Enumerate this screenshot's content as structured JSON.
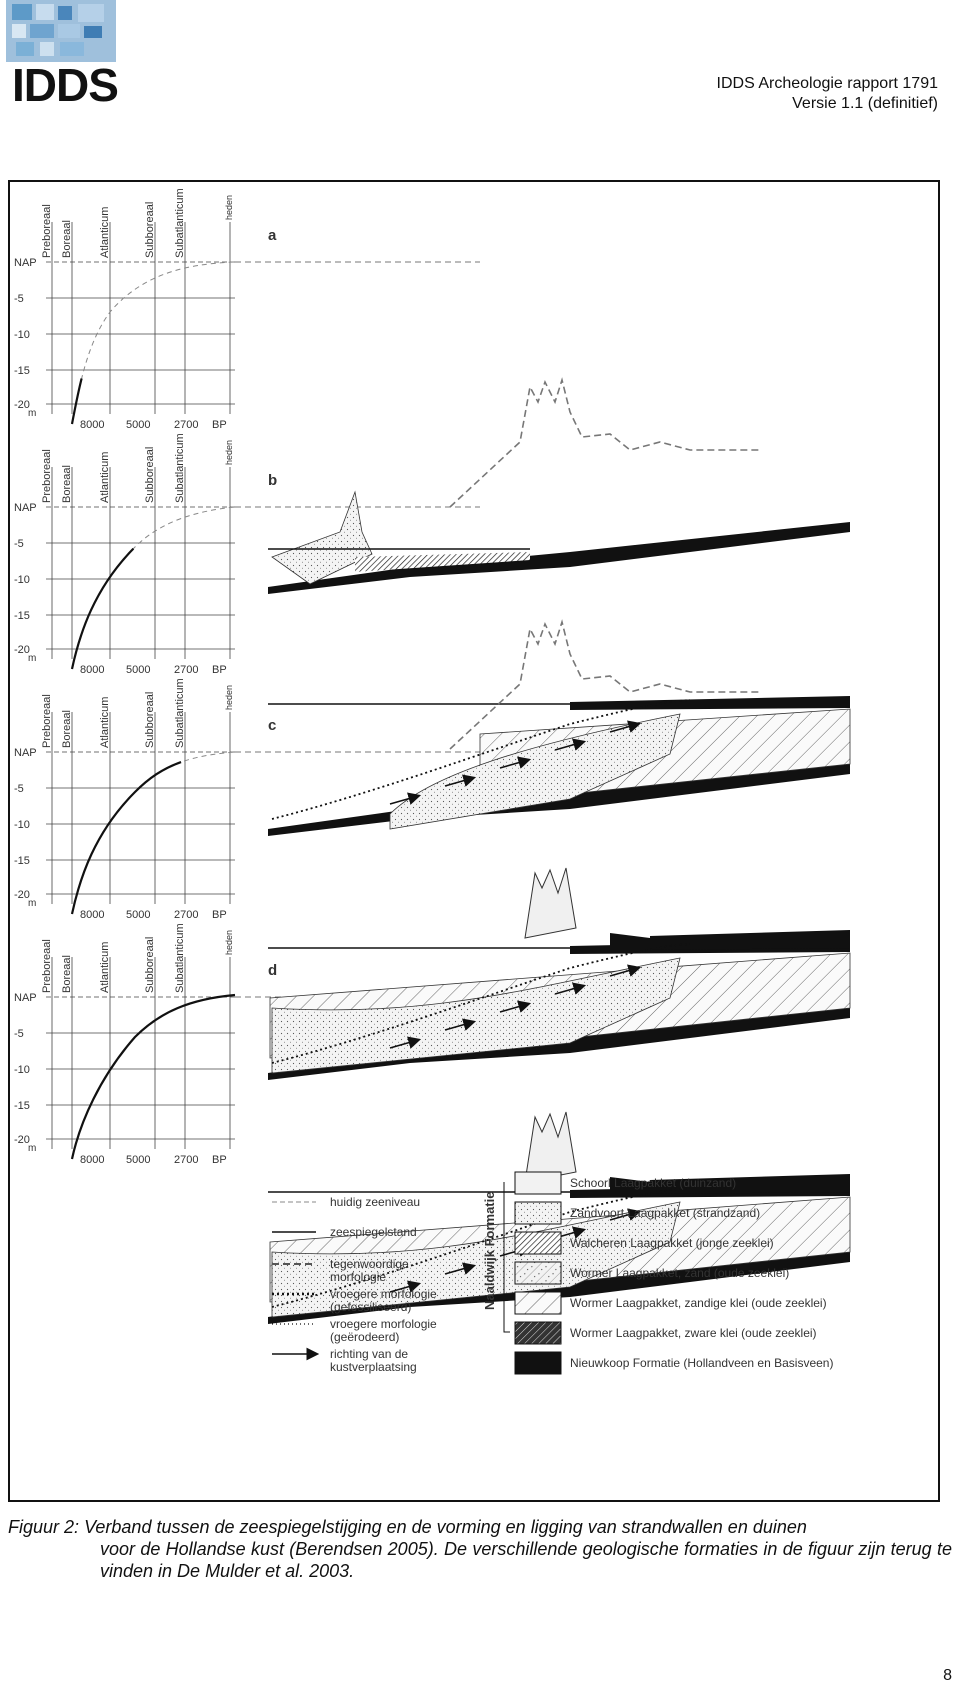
{
  "header": {
    "logo_text": "IDDS",
    "report_line1": "IDDS Archeologie rapport 1791",
    "report_line2": "Versie 1.1 (definitief)"
  },
  "figure": {
    "periods": [
      "Preboreaal",
      "Boreaal",
      "Atlanticum",
      "Subboreaal",
      "Subatlanticum",
      "heden"
    ],
    "y_ticks": [
      "NAP",
      "-5",
      "-10",
      "-15",
      "-20"
    ],
    "y_unit": "m",
    "x_ticks": [
      "8000",
      "5000",
      "2700",
      "BP"
    ],
    "panels": [
      "a",
      "b",
      "c",
      "d"
    ],
    "legend_lines": [
      {
        "label": "huidig zeeniveau",
        "style": "thin-dashed"
      },
      {
        "label": "zeespiegelstand",
        "style": "solid"
      },
      {
        "label": "tegenwoordige\nmorfologie",
        "style": "dashed"
      },
      {
        "label": "vroegere morfologie\n(gefossiliseerd)",
        "style": "dotted-bold"
      },
      {
        "label": "vroegere morfologie\n(geërodeerd)",
        "style": "dotted-thin"
      },
      {
        "label": "richting van de\nkustverplaatsing",
        "style": "arrow"
      }
    ],
    "formation_group_label": "Naaldwijk Formatie",
    "legend_units": [
      {
        "label": "Schoorl Laagpakket (duinzand)",
        "pattern": "light"
      },
      {
        "label": "Zandvoort Laagpakket (strandzand)",
        "pattern": "dots"
      },
      {
        "label": "Walcheren Laagpakket (jonge zeeklei)",
        "pattern": "hatch-dense"
      },
      {
        "label": "Wormer Laagpakket, zand (oude zeeklei)",
        "pattern": "dots-hatch"
      },
      {
        "label": "Wormer Laagpakket, zandige klei (oude zeeklei)",
        "pattern": "hatch-wide"
      },
      {
        "label": "Wormer Laagpakket, zware klei (oude zeeklei)",
        "pattern": "hatch-bold"
      },
      {
        "label": "Nieuwkoop Formatie (Hollandveen en Basisveen)",
        "pattern": "black"
      }
    ]
  },
  "caption": {
    "label": "Figuur 2:",
    "line1": "Verband tussen de zeespiegelstijging en de vorming en ligging van strandwallen en duinen",
    "line2": "voor de Hollandse kust (Berendsen 2005). De verschillende geologische formaties in de figuur zijn terug te vinden in De Mulder et al. 2003."
  },
  "page_number": "8"
}
